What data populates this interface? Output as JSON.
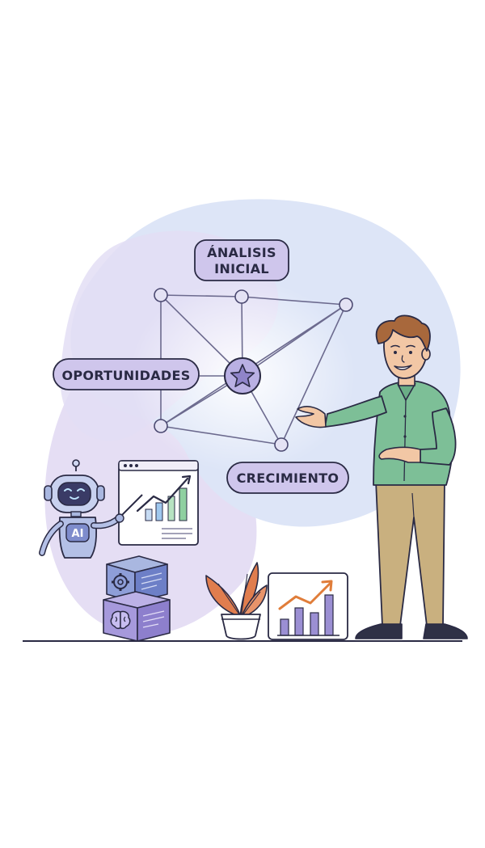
{
  "diagram": {
    "labels": {
      "analisis_line1": "ÁNALISIS",
      "analisis_line2": "INICIAL",
      "oportunidades": "OPORTUNIDADES",
      "crecimiento": "CRECIMIENTO",
      "ai_badge": "AI"
    },
    "center_icon": "star-icon"
  },
  "colors": {
    "blob_blue": "#dfe6f7",
    "blob_purple": "#e6e0f5",
    "pill_fill": "#cfc6ec",
    "outline": "#2a2a44",
    "network_line": "#6c6a8e",
    "node_fill": "#e4e2f4",
    "star_fill": "#8f84c9",
    "shirt": "#7dbf97",
    "pants": "#c9b07f",
    "hair": "#a8683c",
    "skin": "#f2c7a5",
    "chart_green": "#8fd0a0",
    "chart_purple": "#9b8fd3",
    "chart_orange": "#e07d3a",
    "plant_orange": "#e07d4e",
    "robot_blue": "#a9b7e0"
  }
}
